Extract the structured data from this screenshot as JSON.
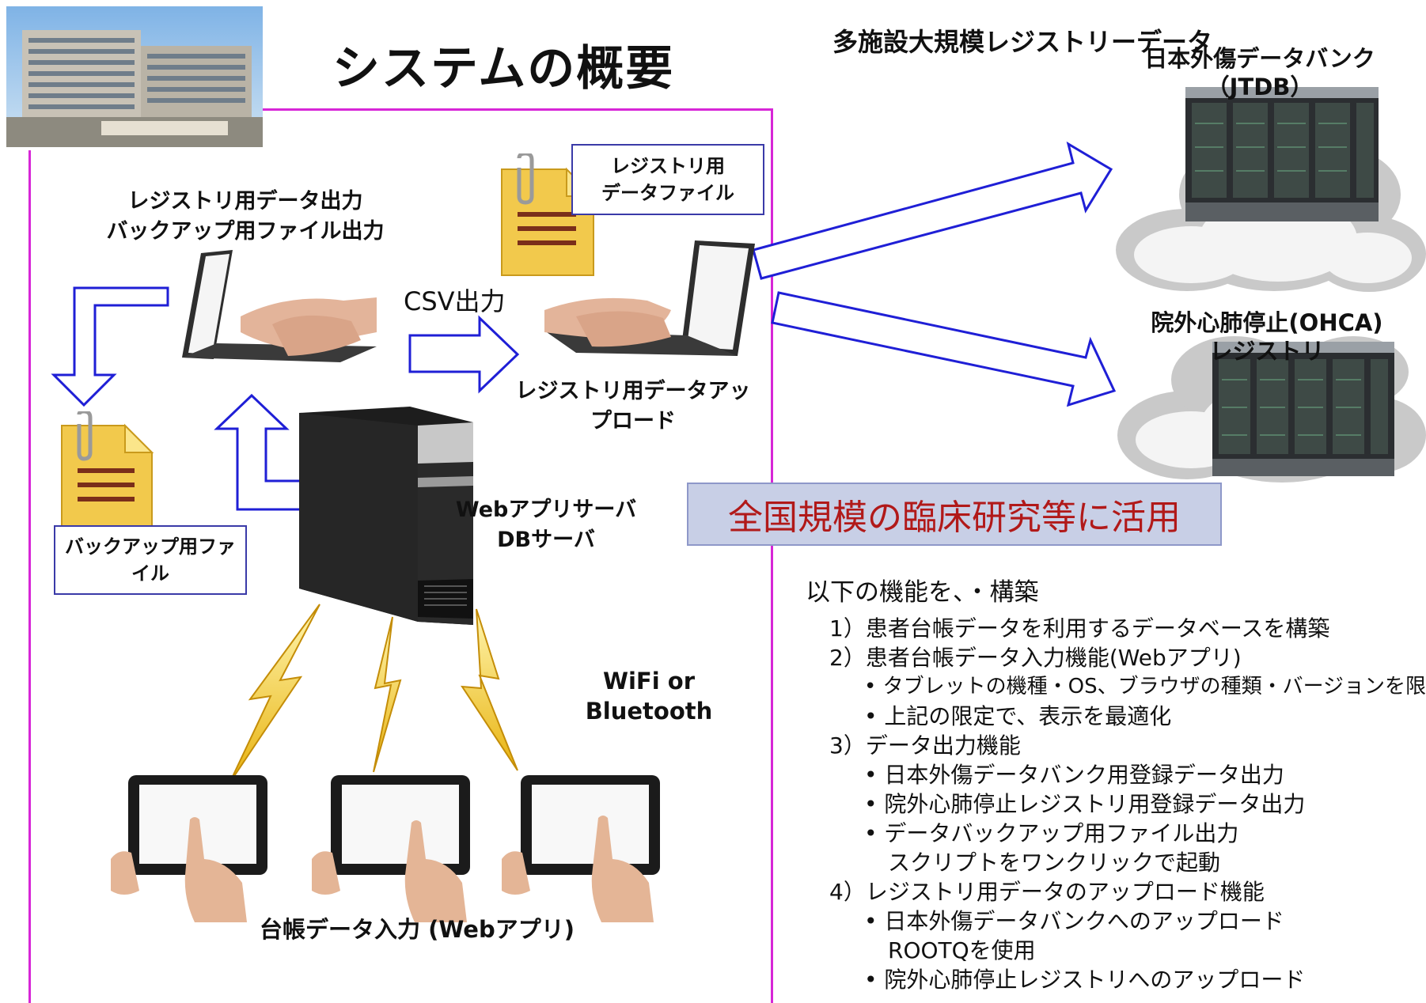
{
  "title": "システムの概要",
  "registry": {
    "heading": "多施設大規模レジストリーデータ",
    "jtdb": {
      "line1": "日本外傷データバンク",
      "line2": "（JTDB）"
    },
    "ohca": {
      "line1": "院外心肺停止(OHCA)",
      "line2": "レジストリ"
    }
  },
  "labels": {
    "output_line1": "レジストリ用データ出力",
    "output_line2": "バックアップ用ファイル出力",
    "csv": "CSV出力",
    "upload_line1": "レジストリ用データアッ",
    "upload_line2": "プロード",
    "registry_file_line1": "レジストリ用",
    "registry_file_line2": "データファイル",
    "backup_file_line1": "バックアップ用ファ",
    "backup_file_line2": "イル",
    "server_line1": "Webアプリサーバ",
    "server_line2": "DBサーバ",
    "wifi_line1": "WiFi or",
    "wifi_line2": "Bluetooth",
    "tablet_input": "台帳データ入力 (Webアプリ)"
  },
  "banner": "全国規模の臨床研究等に活用",
  "functions": {
    "intro": "以下の機能を、・構築",
    "items": [
      {
        "text": "1）患者台帳データを利用するデータベースを構築",
        "level": 1
      },
      {
        "text": "2）患者台帳データ入力機能(Webアプリ)",
        "level": 1
      },
      {
        "text": "•  タブレットの機種・OS、ブラウザの種類・バージョンを限定",
        "level": 2
      },
      {
        "text": "•  上記の限定で、表示を最適化",
        "level": 2
      },
      {
        "text": "3）データ出力機能",
        "level": 1
      },
      {
        "text": "•  日本外傷データバンク用登録データ出力",
        "level": 2
      },
      {
        "text": "•  院外心肺停止レジストリ用登録データ出力",
        "level": 2
      },
      {
        "text": "•  データバックアップ用ファイル出力",
        "level": 2
      },
      {
        "text": "スクリプトをワンクリックで起動",
        "level": 3
      },
      {
        "text": "4）レジストリ用データのアップロード機能",
        "level": 1
      },
      {
        "text": "•  日本外傷データバンクへのアップロード",
        "level": 2
      },
      {
        "text": "ROOTQを使用",
        "level": 3
      },
      {
        "text": "•  院外心肺停止レジストリへのアップロード",
        "level": 2
      }
    ]
  },
  "colors": {
    "frame": "#d726d7",
    "arrow": "#1f1fd6",
    "banner_text": "#b11919",
    "banner_bg": "#c8cfe6"
  }
}
